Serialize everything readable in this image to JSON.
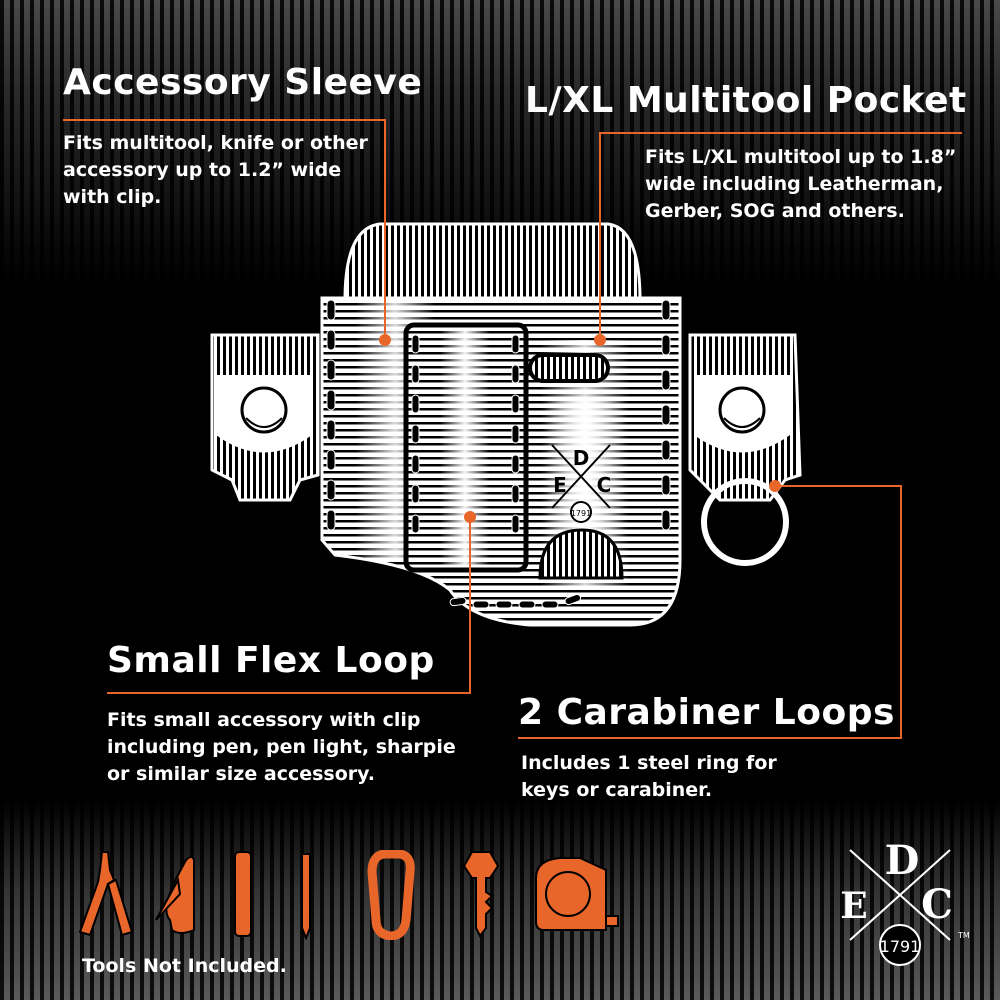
{
  "colors": {
    "accent": "#e8662a",
    "text": "#ffffff",
    "background": "#000000"
  },
  "callouts": [
    {
      "id": "accessory-sleeve",
      "title": "Accessory Sleeve",
      "lines": [
        "Fits multitool, knife or other",
        "accessory up to 1.2” wide",
        "with clip."
      ]
    },
    {
      "id": "multitool-pocket",
      "title": "L/XL Multitool Pocket",
      "lines": [
        "Fits L/XL multitool up to 1.8”",
        "wide including Leatherman,",
        "Gerber, SOG and others."
      ]
    },
    {
      "id": "small-flex-loop",
      "title": "Small Flex Loop",
      "lines": [
        "Fits small accessory with clip",
        "including pen, pen light, sharpie",
        "or similar size accessory."
      ]
    },
    {
      "id": "carabiner-loops",
      "title": "2 Carabiner Loops",
      "lines": [
        "Includes 1 steel ring for",
        "keys or carabiner."
      ]
    }
  ],
  "holster_logo": {
    "top": "D",
    "left": "E",
    "right": "C",
    "badge": "1791"
  },
  "tools": {
    "icons": [
      "multitool-icon",
      "folding-knife-icon",
      "flashlight-icon",
      "pen-icon",
      "carabiner-icon",
      "key-icon",
      "tape-measure-icon"
    ],
    "note": "Tools Not Included."
  },
  "brand_logo": {
    "top": "D",
    "left": "E",
    "right": "C",
    "badge": "1791",
    "trademark": "TM"
  }
}
